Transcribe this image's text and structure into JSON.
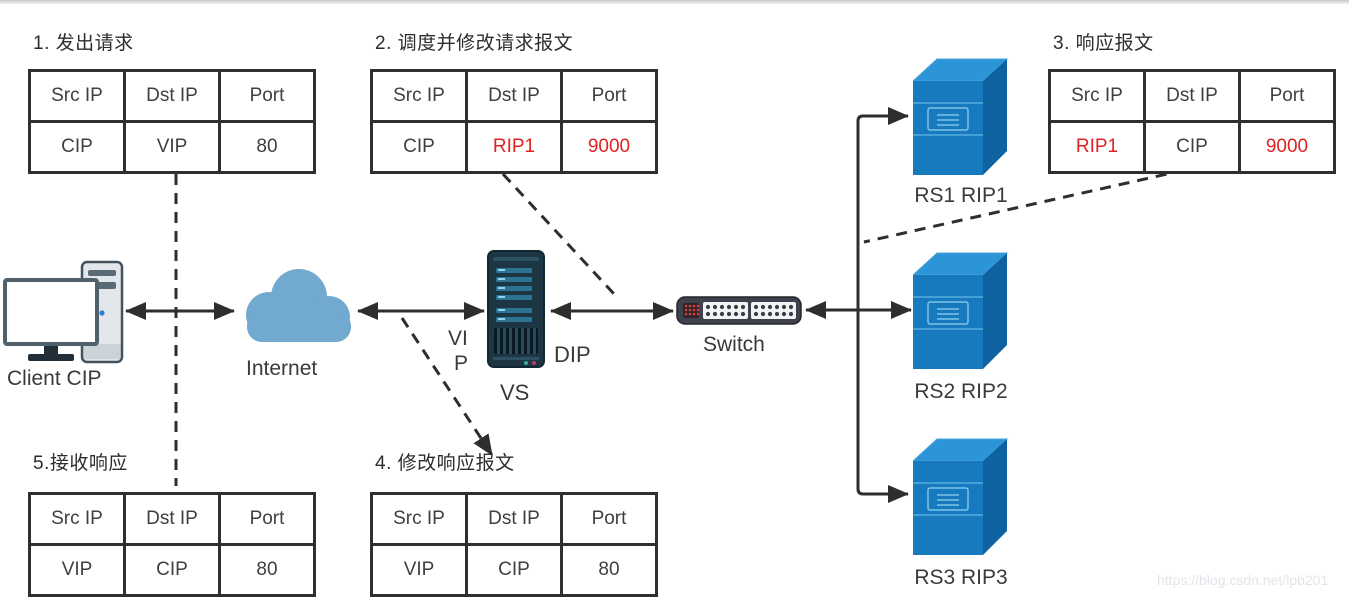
{
  "colors": {
    "accent_red": "#e02222",
    "line_black": "#2e2e2e",
    "table_border": "#2f2f2f",
    "cloud_blue": "#72a9cf",
    "rs_front_blue": "#1779be",
    "rs_top_blue": "#2c95d8",
    "rs_side_blue": "#0e62a0",
    "vs_body_navy": "#1c3644",
    "switch_body": "#3f424d"
  },
  "packets": {
    "step1": {
      "title": "1. 发出请求",
      "headers": [
        "Src IP",
        "Dst IP",
        "Port"
      ],
      "values": [
        "CIP",
        "VIP",
        "80"
      ]
    },
    "step2": {
      "title": "2. 调度并修改请求报文",
      "headers": [
        "Src IP",
        "Dst IP",
        "Port"
      ],
      "values": [
        "CIP",
        "RIP1",
        "9000"
      ]
    },
    "step3": {
      "title": "3. 响应报文",
      "headers": [
        "Src IP",
        "Dst IP",
        "Port"
      ],
      "values": [
        "RIP1",
        "CIP",
        "9000"
      ]
    },
    "step4": {
      "title": "4. 修改响应报文",
      "headers": [
        "Src IP",
        "Dst IP",
        "Port"
      ],
      "values": [
        "VIP",
        "CIP",
        "80"
      ]
    },
    "step5": {
      "title": "5.接收响应",
      "headers": [
        "Src IP",
        "Dst IP",
        "Port"
      ],
      "values": [
        "VIP",
        "CIP",
        "80"
      ]
    }
  },
  "nodes": {
    "client": {
      "label": "Client CIP"
    },
    "internet": {
      "label": "Internet"
    },
    "vs": {
      "label": "VS",
      "vip_line1": "VI",
      "vip_line2": "P",
      "dip_label": "DIP"
    },
    "switch": {
      "label": "Switch"
    },
    "rs1": {
      "label": "RS1 RIP1"
    },
    "rs2": {
      "label": "RS2 RIP2"
    },
    "rs3": {
      "label": "RS3 RIP3"
    }
  },
  "watermark": "https://blog.csdn.net/lpb201"
}
